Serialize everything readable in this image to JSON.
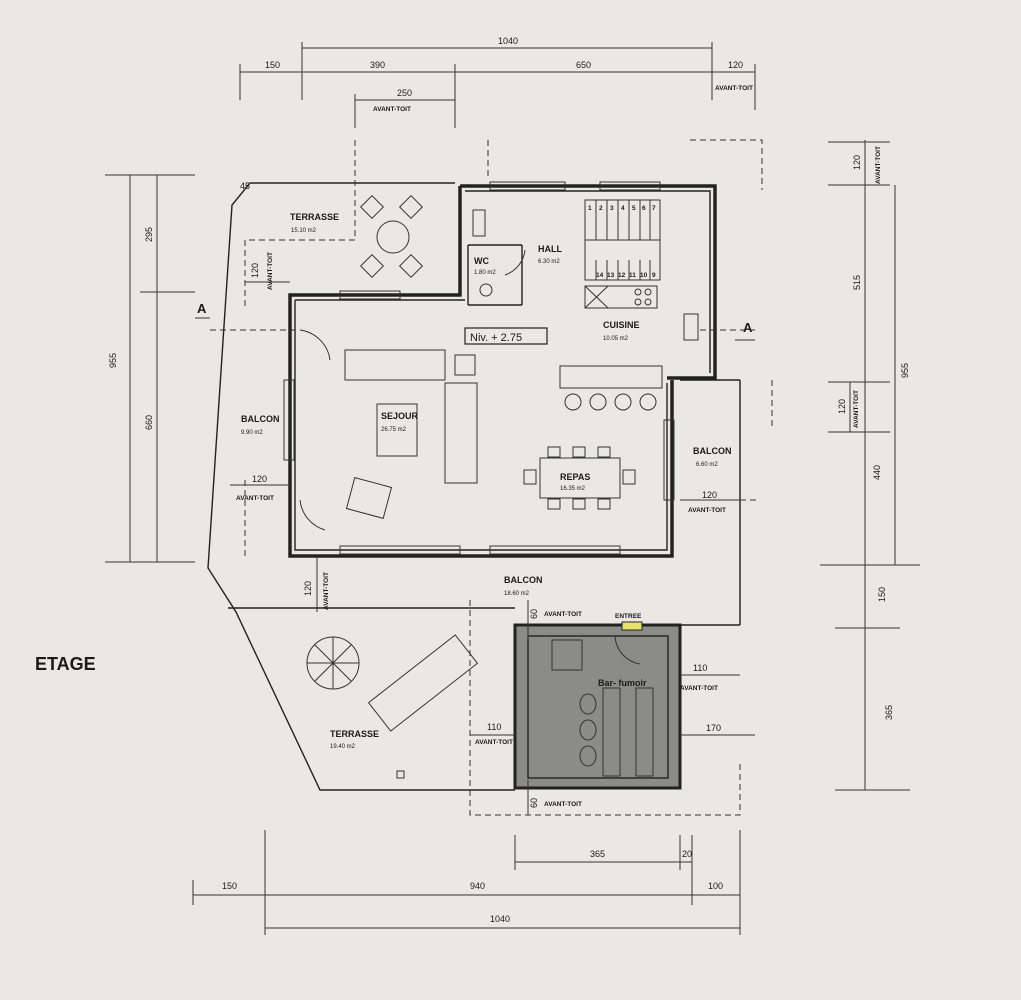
{
  "drawing": {
    "floor_title": "ETAGE",
    "level_tag": "Niv. + 2.75",
    "section_marker": "A",
    "avant_toit": "AVANT-TOIT",
    "angle": "45",
    "entrance": "ENTREE"
  },
  "rooms": {
    "terrasse_top": {
      "name": "TERRASSE",
      "area": "15.10 m2"
    },
    "hall": {
      "name": "HALL",
      "area": "6.30 m2"
    },
    "wc": {
      "name": "WC",
      "area": "1.80 m2"
    },
    "cuisine": {
      "name": "CUISINE",
      "area": "10.05 m2"
    },
    "sejour": {
      "name": "SEJOUR",
      "area": "26.75 m2"
    },
    "balcon_left": {
      "name": "BALCON",
      "area": "9.90 m2"
    },
    "balcon_right": {
      "name": "BALCON",
      "area": "6.60 m2"
    },
    "repas": {
      "name": "REPAS",
      "area": "16.35 m2"
    },
    "balcon_bottom": {
      "name": "BALCON",
      "area": "18.60 m2"
    },
    "bar": {
      "name": "Bar- fumoir"
    },
    "terrasse_bottom": {
      "name": "TERRASSE",
      "area": "19.40 m2"
    }
  },
  "stairs": {
    "top": [
      "1",
      "2",
      "3",
      "4",
      "5",
      "6",
      "7"
    ],
    "bottom": [
      "14",
      "13",
      "12",
      "11",
      "10",
      "9"
    ]
  },
  "dims": {
    "top_total": "1040",
    "top_a": "150",
    "top_b": "390",
    "top_c": "650",
    "top_d": "120",
    "top_e": "250",
    "left_total": "955",
    "left_a": "295",
    "left_b": "660",
    "left_ov1": "120",
    "left_ov2": "120",
    "bal_ov": "120",
    "right_total": "955",
    "right_a": "120",
    "right_b": "515",
    "right_c": "120",
    "right_d": "440",
    "right_e": "150",
    "right_f": "365",
    "right_ov1": "120",
    "bar_top": "60",
    "bar_bottom": "60",
    "bar_right": "110",
    "bar_left": "110",
    "bar_170": "170",
    "bottom_a": "365",
    "bottom_b": "20",
    "bottom_c": "150",
    "bottom_d": "940",
    "bottom_e": "100",
    "bottom_total": "1040"
  },
  "colors": {
    "paper": "#e9e8e6",
    "bar_fill": "#8b8b87",
    "entrance": "#e8e26a"
  }
}
